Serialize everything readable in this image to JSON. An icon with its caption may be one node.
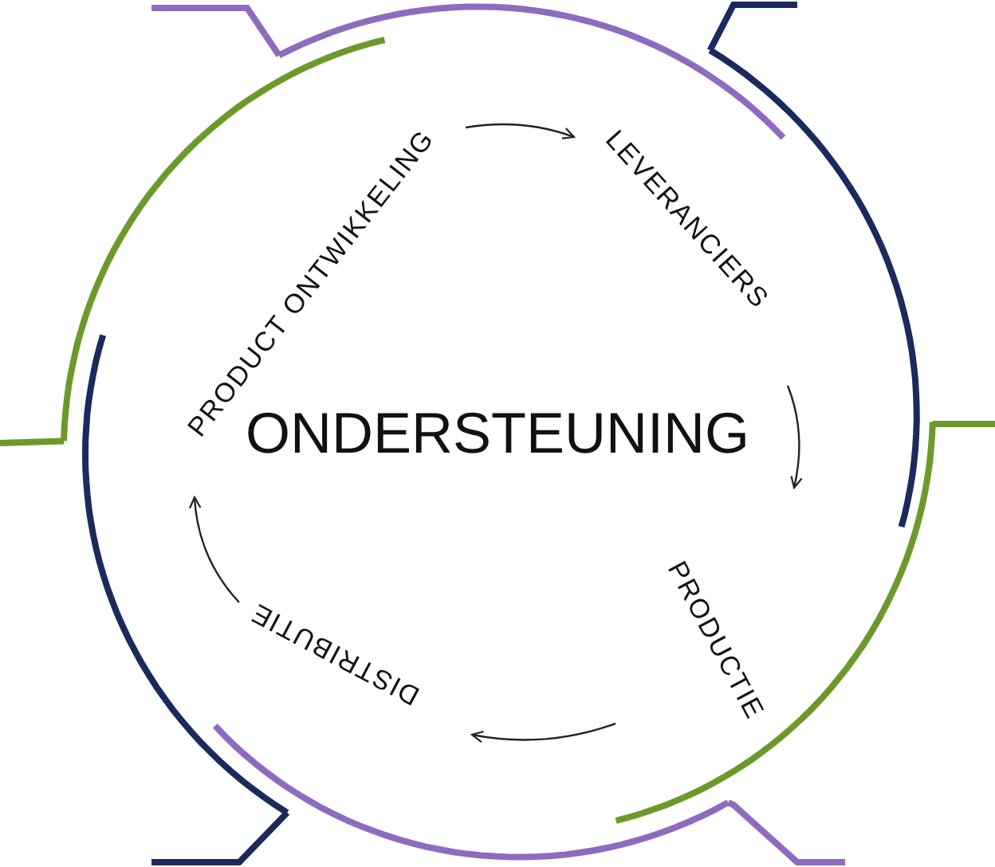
{
  "diagram": {
    "nodes": [
      {
        "text": [
          "PRODUCT ONTWIKKELING"
        ]
      },
      {
        "text": [
          "LEVERANCIERS"
        ]
      },
      {
        "text": [
          "PRODUCTIE"
        ]
      },
      {
        "text": [
          "DISTRIBUTIE"
        ]
      }
    ],
    "edges": [
      {
        "from": 0,
        "to": 1,
        "arrow": "to"
      },
      {
        "from": 1,
        "to": 2,
        "arrow": "to"
      },
      {
        "from": 2,
        "to": 3,
        "arrow": "to"
      },
      {
        "from": 3,
        "to": 0,
        "arrow": "to"
      }
    ],
    "labels": [
      "ONDERSTEUNING"
    ]
  }
}
